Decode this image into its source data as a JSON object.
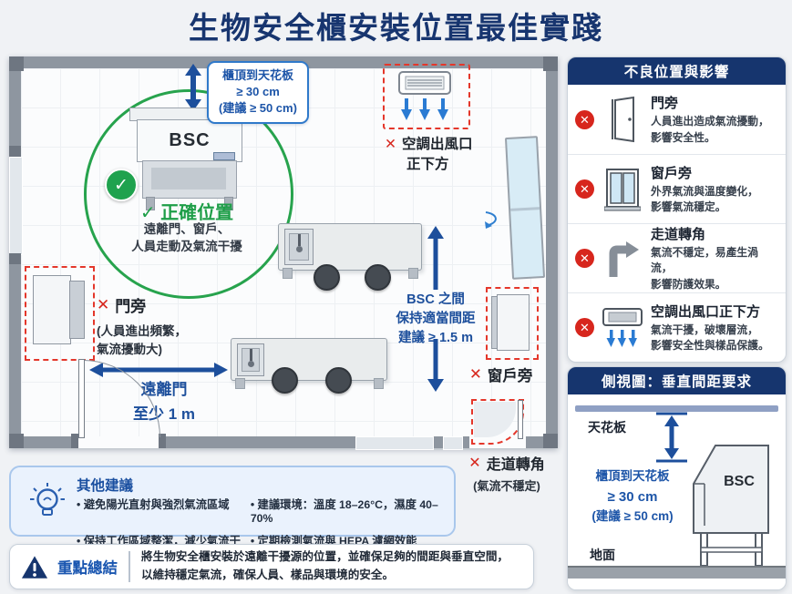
{
  "title": "生物安全櫃安裝位置最佳實踐",
  "colors": {
    "navy": "#16356e",
    "blue_accent": "#1d4f9c",
    "green_ok": "#1e9e48",
    "red_warning": "#d7261d",
    "suggest_bg": "#eaf2fd"
  },
  "icons": {
    "check": "✓",
    "cross": "✕",
    "bullet": "•"
  },
  "floorplan": {
    "bsc_label": "BSC",
    "clearance_callout": {
      "line1": "櫃頂到天花板",
      "line2": "≥ 30 cm",
      "line3": "(建議 ≥ 50 cm)"
    },
    "correct": {
      "title": "正確位置",
      "desc1": "遠離門、窗戶、",
      "desc2": "人員走動及氣流干擾"
    },
    "ac_outlet": {
      "label1": "空調出風口",
      "label2": "正下方"
    },
    "door_side": {
      "title": "門旁",
      "desc1": "(人員進出頻繁，",
      "desc2": "氣流擾動大)"
    },
    "door_distance": {
      "line1": "遠離門",
      "line2": "至少 1 m"
    },
    "spacing": {
      "line1": "BSC 之間",
      "line2": "保持適當間距",
      "line3": "建議 ≥ 1.5 m"
    },
    "window_side": {
      "title": "窗戶旁"
    },
    "corner": {
      "title": "走道轉角",
      "desc": "(氣流不穩定)"
    }
  },
  "bad_panel": {
    "header": "不良位置與影響",
    "items": [
      {
        "icon": "door-icon",
        "title": "門旁",
        "desc1": "人員進出造成氣流擾動，",
        "desc2": "影響安全性。"
      },
      {
        "icon": "window-icon",
        "title": "窗戶旁",
        "desc1": "外界氣流與溫度變化，",
        "desc2": "影響氣流穩定。"
      },
      {
        "icon": "corner-arrow-icon",
        "title": "走道轉角",
        "desc1": "氣流不穩定，易產生渦流，",
        "desc2": "影響防護效果。"
      },
      {
        "icon": "ac-vent-icon",
        "title": "空調出風口正下方",
        "desc1": "氣流干擾，破壞層流，",
        "desc2": "影響安全性與樣品保護。"
      }
    ]
  },
  "side_view": {
    "header": "側視圖：垂直間距要求",
    "ceiling": "天花板",
    "clearance": {
      "line1": "櫃頂到天花板",
      "line2": "≥ 30 cm",
      "line3": "(建議 ≥ 50 cm)"
    },
    "bsc_label": "BSC",
    "ground": "地面"
  },
  "suggestions": {
    "title": "其他建議",
    "left": [
      "避免陽光直射與強烈氣流區域",
      "保持工作區域整潔，減少氣流干擾"
    ],
    "right": [
      "建議環境：溫度 18–26°C，濕度 40–70%",
      "定期檢測氣流與 HEPA 濾網效能"
    ]
  },
  "summary": {
    "title": "重點總結",
    "line1": "將生物安全櫃安裝於遠離干擾源的位置，並確保足夠的間距與垂直空間，",
    "line2": "以維持穩定氣流，確保人員、樣品與環境的安全。"
  }
}
